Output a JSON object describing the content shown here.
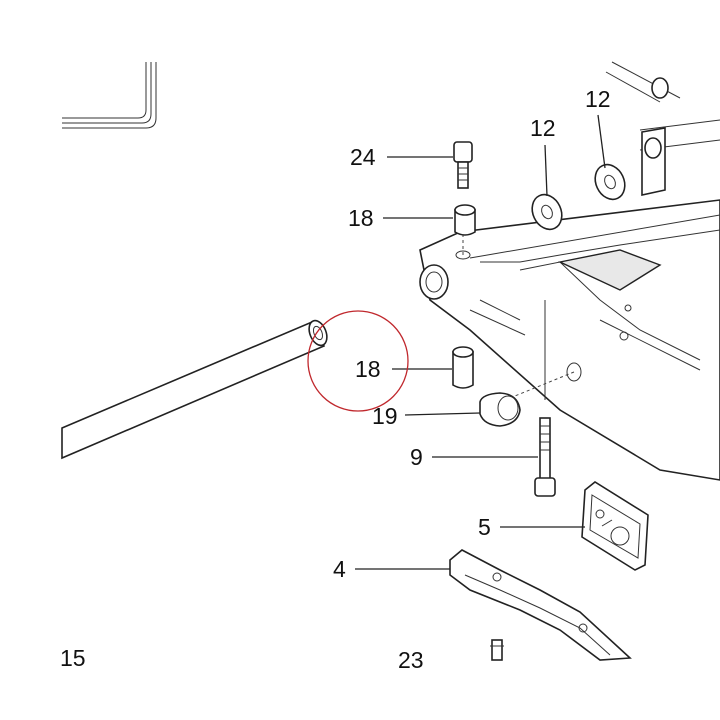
{
  "colors": {
    "line": "#222222",
    "highlight_circle": "#c0282d",
    "background": "#ffffff"
  },
  "callouts": [
    {
      "id": "24",
      "label": "24"
    },
    {
      "id": "18a",
      "label": "18"
    },
    {
      "id": "12a",
      "label": "12"
    },
    {
      "id": "12b",
      "label": "12"
    },
    {
      "id": "18b",
      "label": "18"
    },
    {
      "id": "19",
      "label": "19"
    },
    {
      "id": "9",
      "label": "9"
    },
    {
      "id": "5",
      "label": "5"
    },
    {
      "id": "4",
      "label": "4"
    },
    {
      "id": "15",
      "label": "15"
    },
    {
      "id": "23",
      "label": "23"
    }
  ]
}
